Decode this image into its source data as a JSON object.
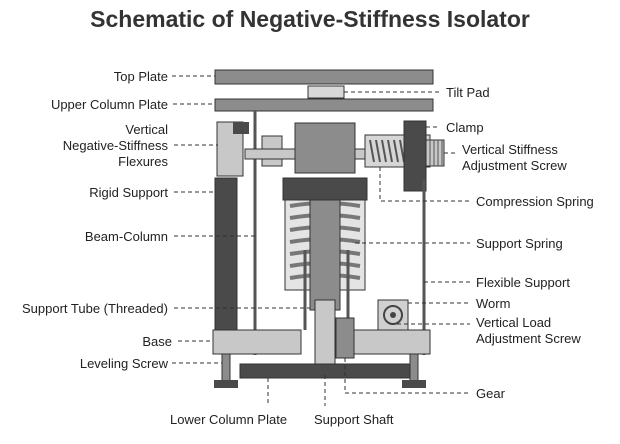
{
  "title": "Schematic of Negative-Stiffness Isolator",
  "labels": {
    "top_plate": "Top Plate",
    "upper_column_plate": "Upper Column Plate",
    "vertical_flexures_1": "Vertical",
    "vertical_flexures_2": "Negative-Stiffness",
    "vertical_flexures_3": "Flexures",
    "rigid_support": "Rigid Support",
    "beam_column": "Beam-Column",
    "support_tube": "Support Tube (Threaded)",
    "base": "Base",
    "leveling_screw": "Leveling Screw",
    "lower_column_plate": "Lower Column Plate",
    "support_shaft": "Support Shaft",
    "tilt_pad": "Tilt Pad",
    "clamp": "Clamp",
    "vs_adjust_1": "Vertical Stiffness",
    "vs_adjust_2": "Adjustment Screw",
    "compression_spring": "Compression Spring",
    "support_spring": "Support Spring",
    "flexible_support": "Flexible Support",
    "worm": "Worm",
    "vl_adjust_1": "Vertical Load",
    "vl_adjust_2": "Adjustment Screw",
    "gear": "Gear"
  },
  "colors": {
    "dark": "#4a4a4a",
    "mid": "#8c8c8c",
    "light": "#c8c8c8",
    "outline": "#333333",
    "leader": "#333333"
  }
}
